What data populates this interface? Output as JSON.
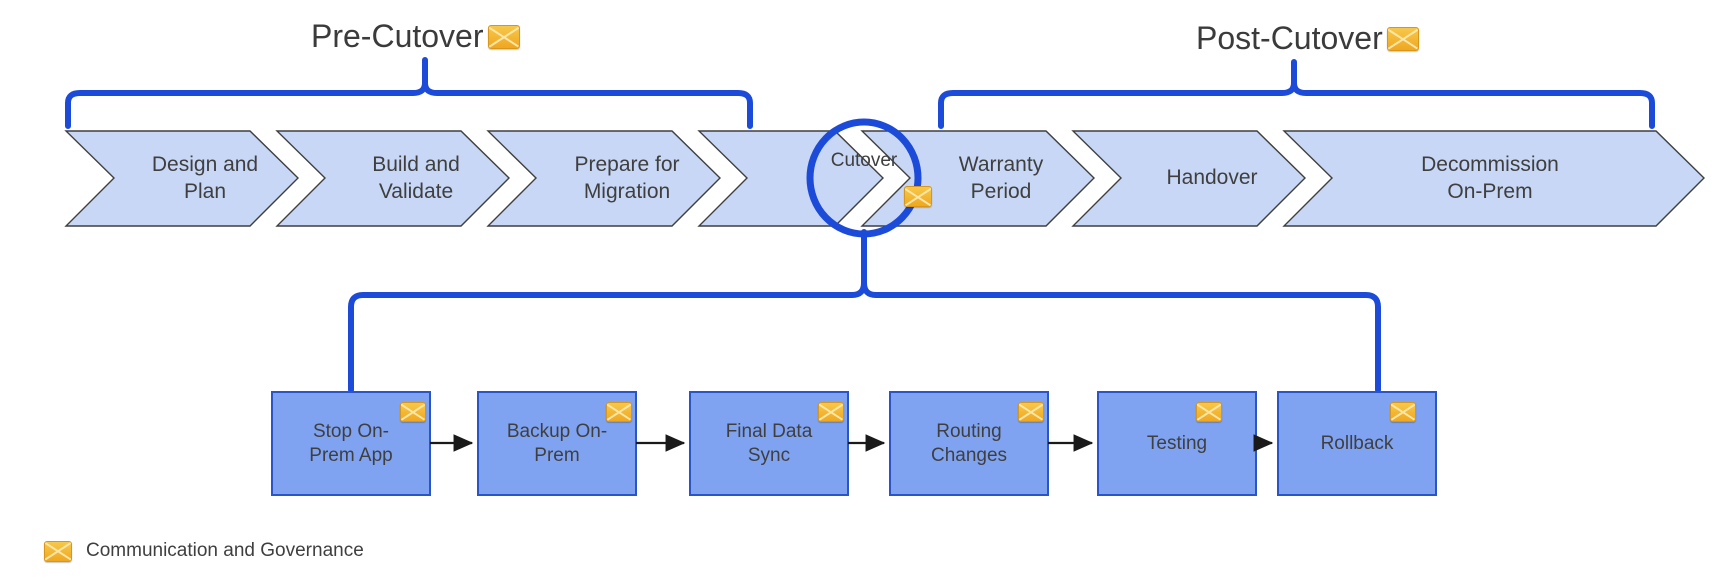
{
  "diagram": {
    "title_top_left": "Pre-Cutover",
    "title_top_right": "Post-Cutover",
    "icon_name": "envelope-icon",
    "colors": {
      "chevron_fill": "#c7d7f5",
      "chevron_stroke": "#404040",
      "box_fill": "#7fa3f0",
      "box_stroke": "#2a55c9",
      "brace_blue": "#1b4bd8",
      "arrow_black": "#1a1a1a",
      "envelope_gold": "#efa721",
      "text": "#3f3f3f"
    }
  },
  "phases": [
    {
      "label": "Design and\nPlan"
    },
    {
      "label": "Build and\nValidate"
    },
    {
      "label": "Prepare for\nMigration"
    },
    {
      "label": "Warranty\nPeriod"
    },
    {
      "label": "Handover"
    },
    {
      "label": "Decommission\nOn-Prem"
    }
  ],
  "milestone": {
    "label": "Cutover",
    "icon_name": "envelope-icon",
    "highlight": "circle"
  },
  "cutover_steps": [
    {
      "label": "Stop On-\nPrem App",
      "icon_name": "envelope-icon"
    },
    {
      "label": "Backup On-\nPrem",
      "icon_name": "envelope-icon"
    },
    {
      "label": "Final Data\nSync",
      "icon_name": "envelope-icon"
    },
    {
      "label": "Routing\nChanges",
      "icon_name": "envelope-icon"
    },
    {
      "label": "Testing",
      "icon_name": "envelope-icon"
    },
    {
      "label": "Rollback",
      "icon_name": "envelope-icon"
    }
  ],
  "legend": {
    "icon_name": "envelope-icon",
    "text": "Communication and Governance"
  }
}
